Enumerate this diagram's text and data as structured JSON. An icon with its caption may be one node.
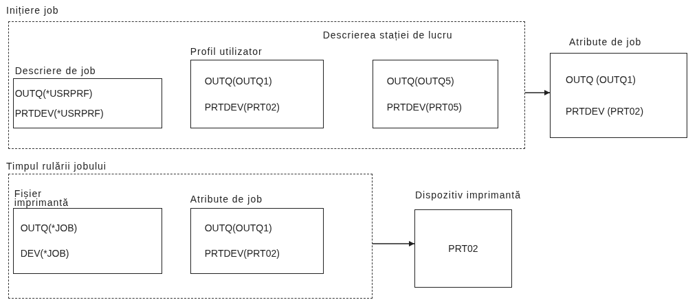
{
  "diagram": {
    "nodes": [
      {
        "text": [
          "Inițiere job"
        ]
      },
      {
        "text": [
          "Descriere de job",
          "OUTQ(*USRPRF)",
          "PRTDEV(*USRPRF)"
        ],
        "in": 0
      },
      {
        "text": [
          "Profil utilizator",
          "OUTQ(OUTQ1)",
          "PRTDEV(PRT02)"
        ],
        "in": 0
      },
      {
        "text": [
          "Descrierea stației de lucru",
          "OUTQ(OUTQ5)",
          "PRTDEV(PRT05)"
        ],
        "in": 0
      },
      {
        "text": [
          "Atribute de job",
          "OUTQ (OUTQ1)",
          "PRTDEV (PRT02)"
        ]
      },
      {
        "text": [
          "Timpul rulării jobului"
        ]
      },
      {
        "text": [
          "Fișier imprimantă",
          "OUTQ(*JOB)",
          "DEV(*JOB)"
        ],
        "in": 5
      },
      {
        "text": [
          "Atribute de job",
          "OUTQ(OUTQ1)",
          "PRTDEV(PRT02)"
        ],
        "in": 5
      },
      {
        "text": [
          "Dispozitiv imprimantă",
          "PRT02"
        ]
      }
    ],
    "edges": [
      {
        "from": 0,
        "to": 4,
        "arrow": "to"
      },
      {
        "from": 5,
        "to": 8,
        "arrow": "to"
      }
    ]
  }
}
